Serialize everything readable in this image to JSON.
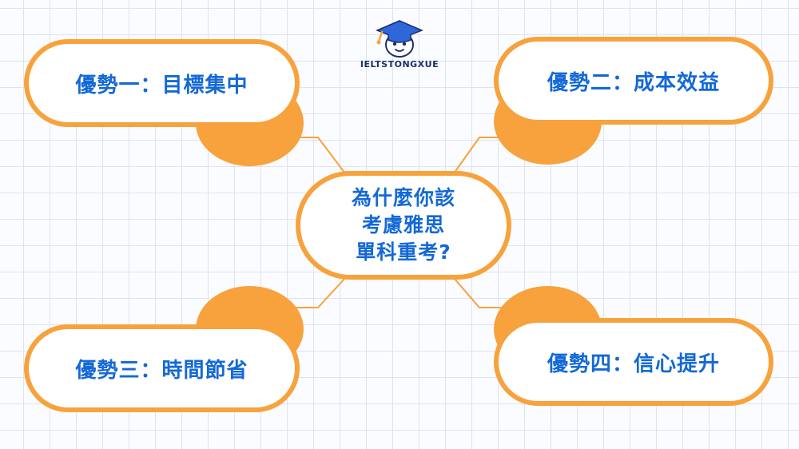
{
  "logo": {
    "text": "IELTSTONGXUE"
  },
  "center": {
    "lines": [
      "為什麼你該",
      "考慮雅思",
      "單科重考?"
    ]
  },
  "branches": {
    "top_left": "優勢一：目標集中",
    "top_right": "優勢二：成本效益",
    "bottom_left": "優勢三：時間節省",
    "bottom_right": "優勢四：信心提升"
  },
  "colors": {
    "accent": "#f7a23c",
    "text": "#1469d6",
    "grid": "#dde3f0",
    "logo_text": "#1c2f6b"
  },
  "icons": [
    "graduation-mascot-icon"
  ]
}
